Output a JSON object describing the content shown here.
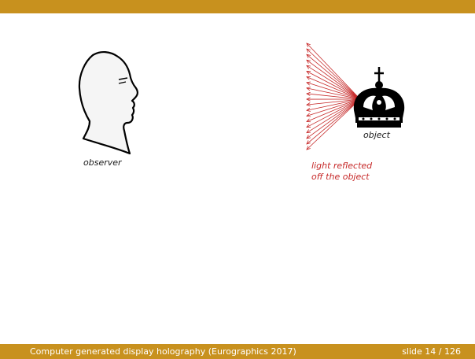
{
  "slide": {
    "observer_label": "observer",
    "object_label": "object",
    "light_label_line1": "light reflected",
    "light_label_line2": "off the object"
  },
  "footer": {
    "title": "Computer generated display holography (Eurographics 2017)",
    "slide_number": "slide 14 / 126"
  },
  "colors": {
    "accent_bar": "#c8911e",
    "ray_color": "#c62828",
    "silhouette_fill": "#f5f5f5",
    "crown_fill": "#000000"
  },
  "icons": {
    "observer": "head-profile-silhouette",
    "object": "crown-icon"
  }
}
